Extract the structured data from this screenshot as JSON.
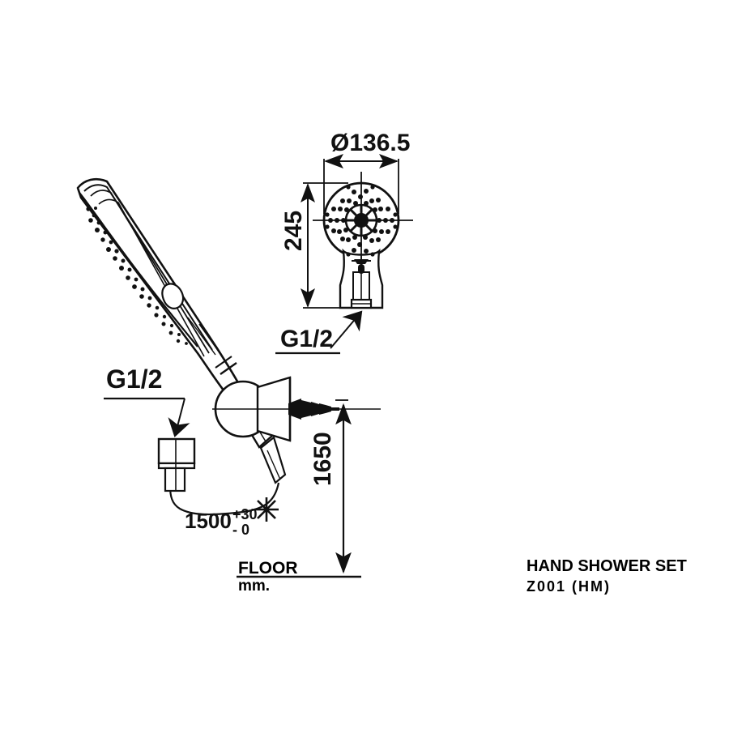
{
  "drawing": {
    "sheet_title": "HAND SHOWER SET",
    "model_code": "Z001  (HM)",
    "units_note": "mm.",
    "floor_label": "FLOOR"
  },
  "dimensions": {
    "head_diameter": "Ø136.5",
    "head_length": "245",
    "mount_height": "1650",
    "hose_length_value": "1500",
    "hose_tol_plus": "+30",
    "hose_tol_minus": "- 0",
    "inlet_thread": "G1/2",
    "outlet_thread": "G1/2"
  },
  "views": {
    "side_view_name": "hand-shower-side-view",
    "front_view_name": "hand-shower-front-view",
    "bracket_name": "wall-bracket",
    "hose_name": "flexible-hose",
    "connector_name": "hose-inlet-connector",
    "anchor_name": "wall-anchor-screw"
  },
  "markers": {
    "asterisk": "✳"
  },
  "colors": {
    "line": "#111111",
    "background": "#ffffff"
  }
}
